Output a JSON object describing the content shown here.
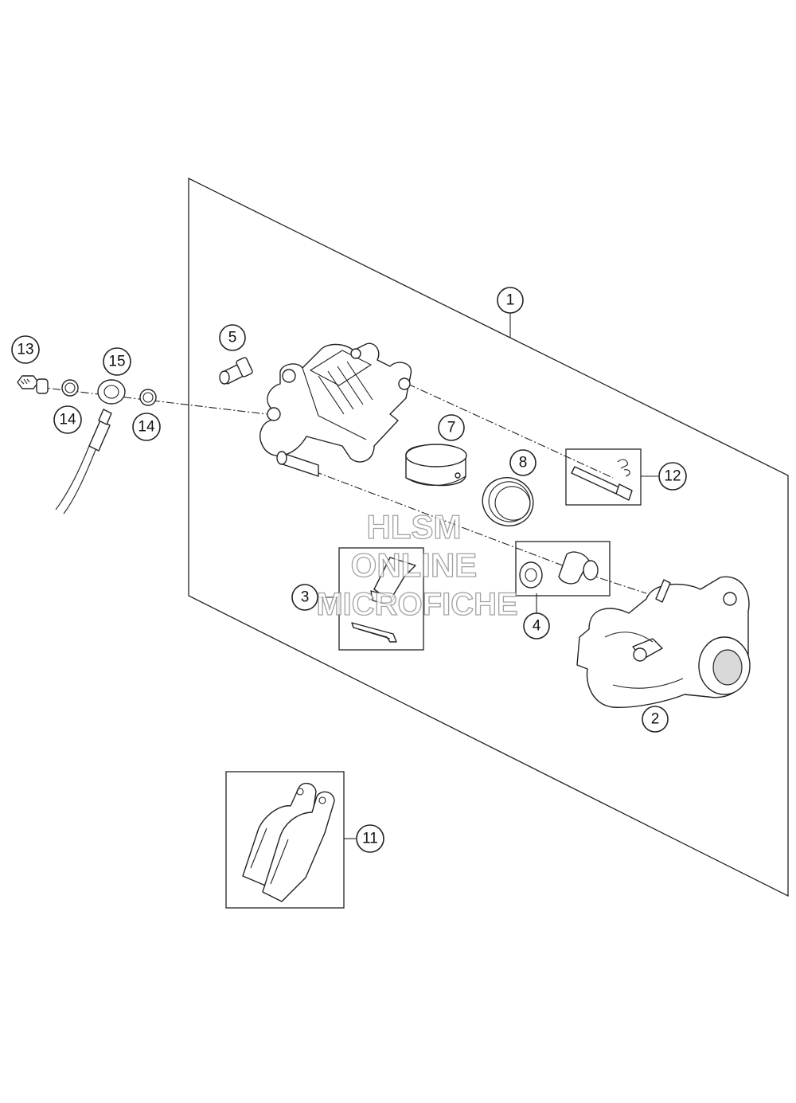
{
  "diagram": {
    "callouts": [
      {
        "id": "c1",
        "label": "1"
      },
      {
        "id": "c2",
        "label": "2"
      },
      {
        "id": "c3",
        "label": "3"
      },
      {
        "id": "c4",
        "label": "4"
      },
      {
        "id": "c5",
        "label": "5"
      },
      {
        "id": "c7",
        "label": "7"
      },
      {
        "id": "c8",
        "label": "8"
      },
      {
        "id": "c11",
        "label": "11"
      },
      {
        "id": "c12",
        "label": "12"
      },
      {
        "id": "c13",
        "label": "13"
      },
      {
        "id": "c14a",
        "label": "14"
      },
      {
        "id": "c14b",
        "label": "14"
      },
      {
        "id": "c15",
        "label": "15"
      }
    ]
  },
  "watermark": {
    "line1": "HLSM",
    "line2": "ONLINE",
    "line3": "MICROFICHE"
  }
}
